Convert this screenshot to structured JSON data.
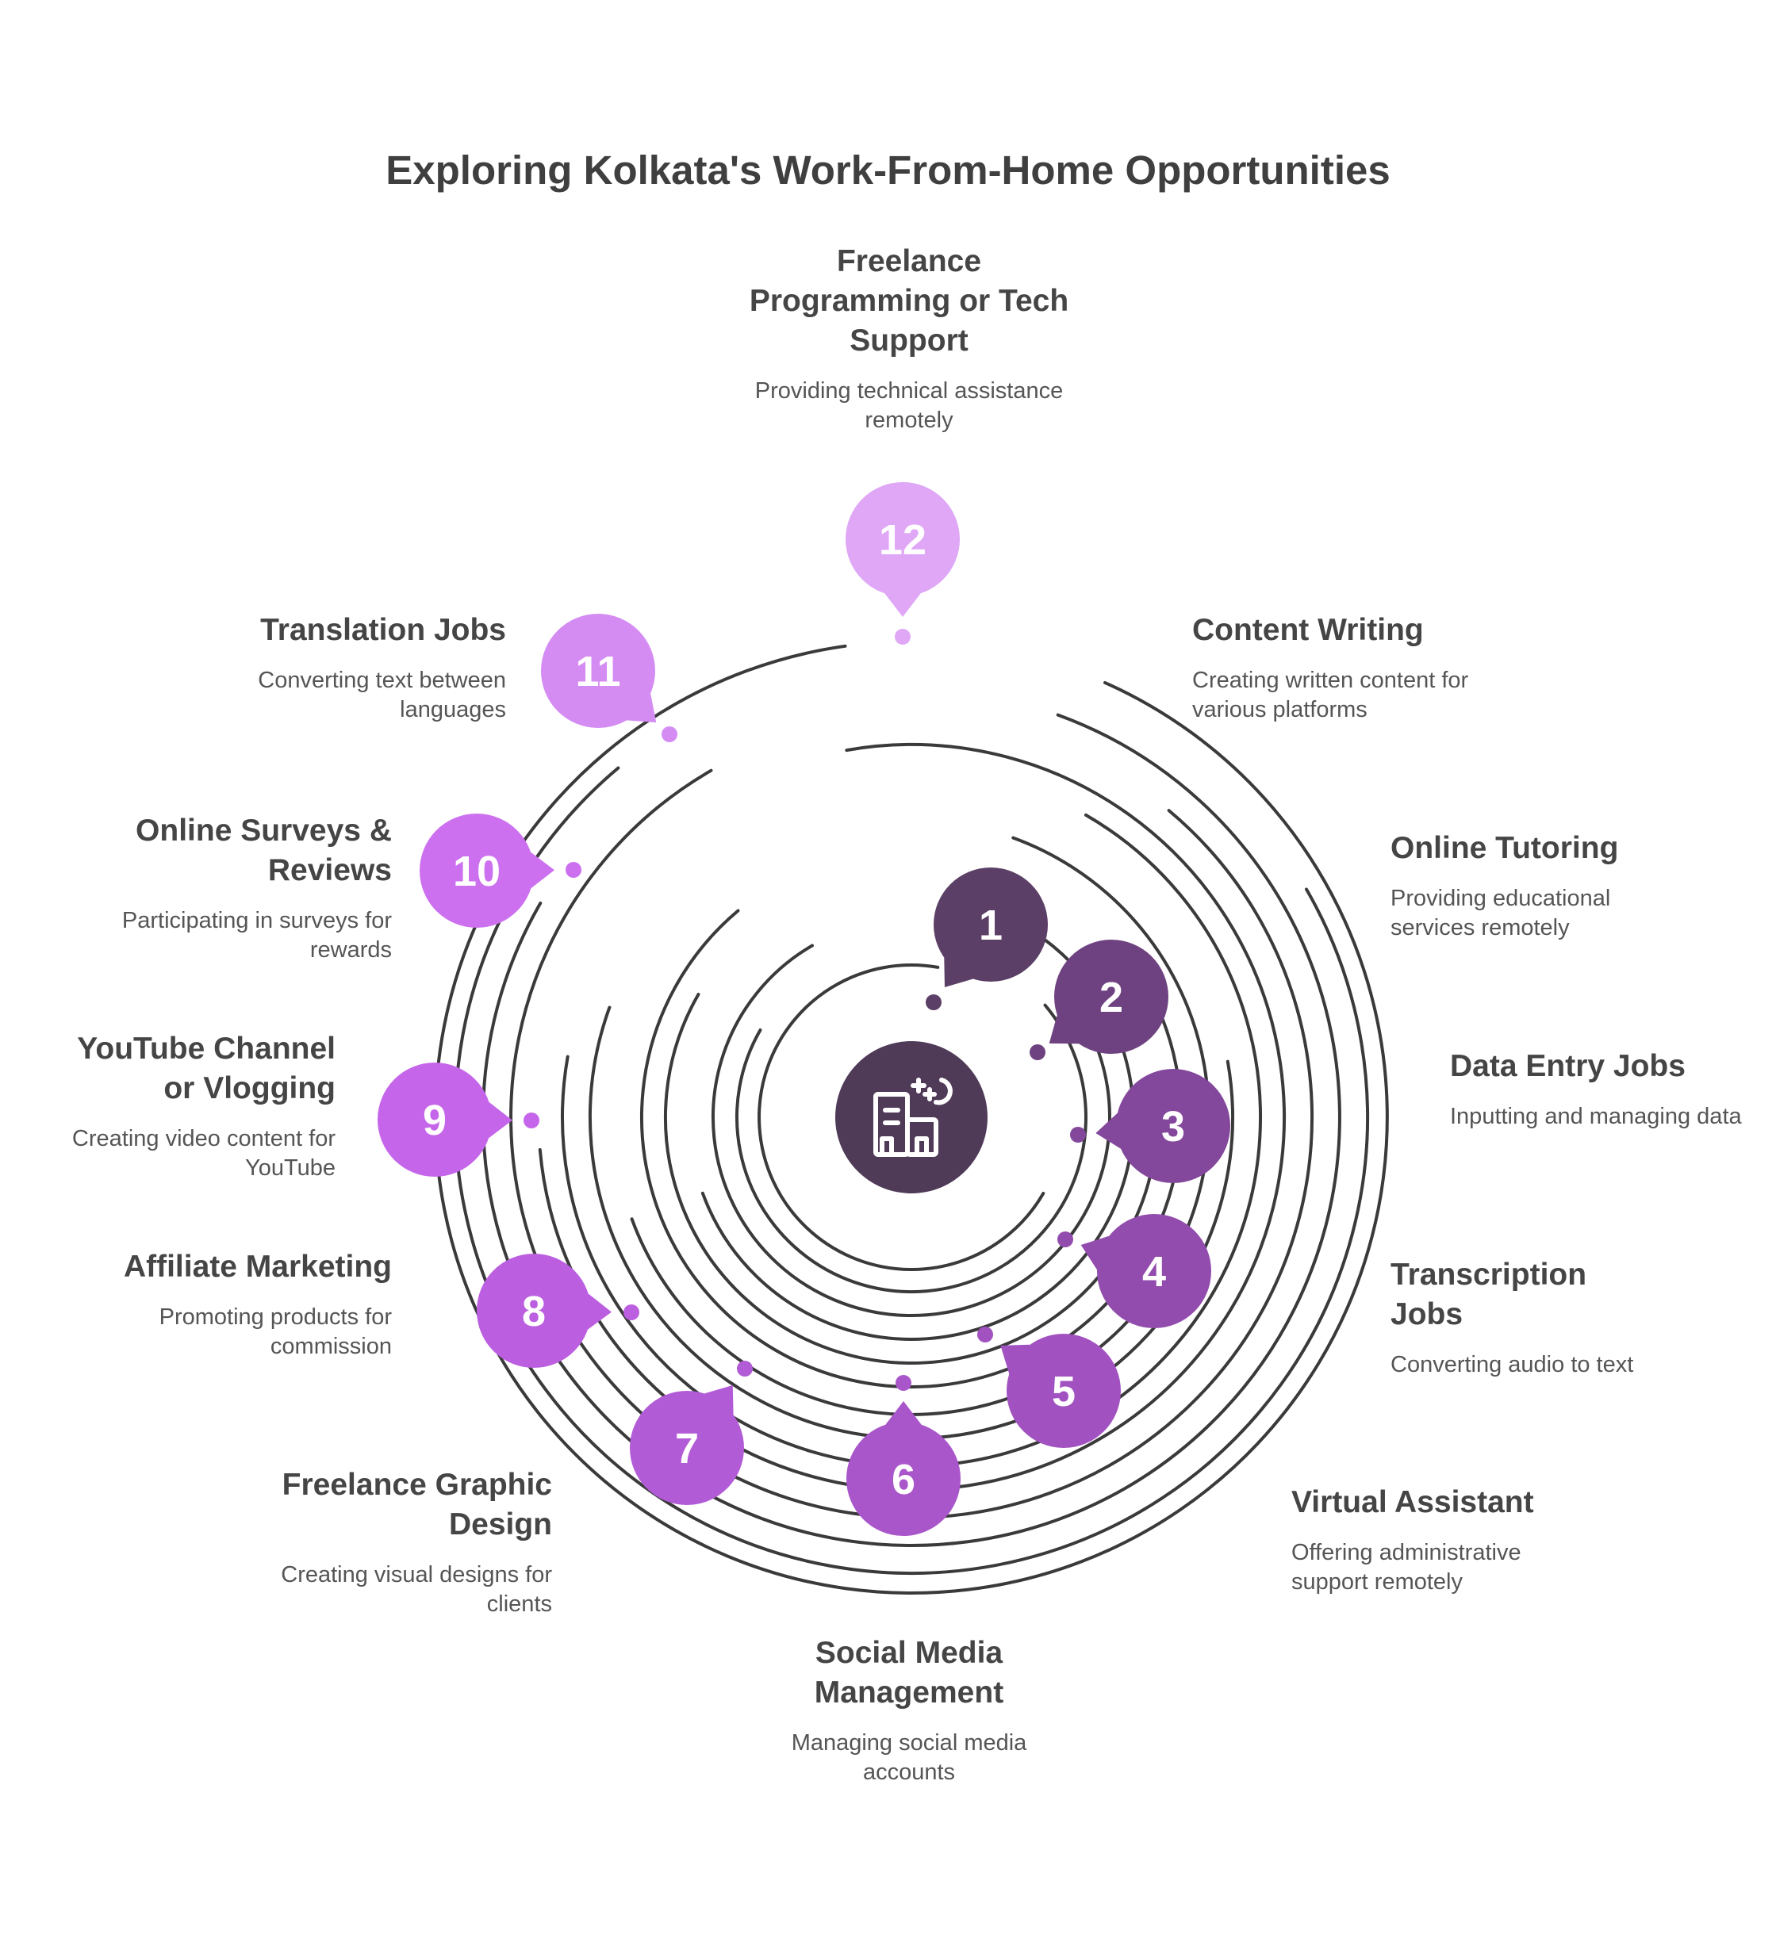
{
  "title": "Exploring Kolkata's Work-From-Home Opportunities",
  "center_icon": "home-office-night-icon",
  "steps": [
    {
      "number": "1",
      "title": "Freelance Programming or Tech Support",
      "description": "Providing technical assistance remotely",
      "color": "#5b3f66"
    },
    {
      "number": "2",
      "title": "Content Writing",
      "description": "Creating written content for various platforms",
      "color": "#6e4280"
    },
    {
      "number": "3",
      "title": "Online Tutoring",
      "description": "Providing educational services remotely",
      "color": "#83479b"
    },
    {
      "number": "4",
      "title": "Data Entry Jobs",
      "description": "Inputting and managing data",
      "color": "#924cad"
    },
    {
      "number": "5",
      "title": "Transcription Jobs",
      "description": "Converting audio to text",
      "color": "#a152c0"
    },
    {
      "number": "6",
      "title": "Virtual Assistant",
      "description": "Offering administrative support remotely",
      "color": "#aa56cb"
    },
    {
      "number": "7",
      "title": "Social Media Management",
      "description": "Managing social media accounts",
      "color": "#b25bd6"
    },
    {
      "number": "8",
      "title": "Freelance Graphic Design",
      "description": "Creating visual designs for clients",
      "color": "#bb5fe0"
    },
    {
      "number": "9",
      "title": "Affiliate Marketing",
      "description": "Promoting products for commission",
      "color": "#c566ea"
    },
    {
      "number": "10",
      "title": "YouTube Channel or Vlogging",
      "description": "Creating video content for YouTube",
      "color": "#cc70f0"
    },
    {
      "number": "11",
      "title": "Online Surveys & Reviews",
      "description": "Participating in surveys for rewards",
      "color": "#d48cf3"
    },
    {
      "number": "12",
      "title": "Translation Jobs",
      "description": "Converting text between languages",
      "color": "#dfa7f6"
    }
  ],
  "colors": {
    "ring": "#3a3a3a",
    "center": "#4f3a58",
    "text_dark": "#454545"
  }
}
